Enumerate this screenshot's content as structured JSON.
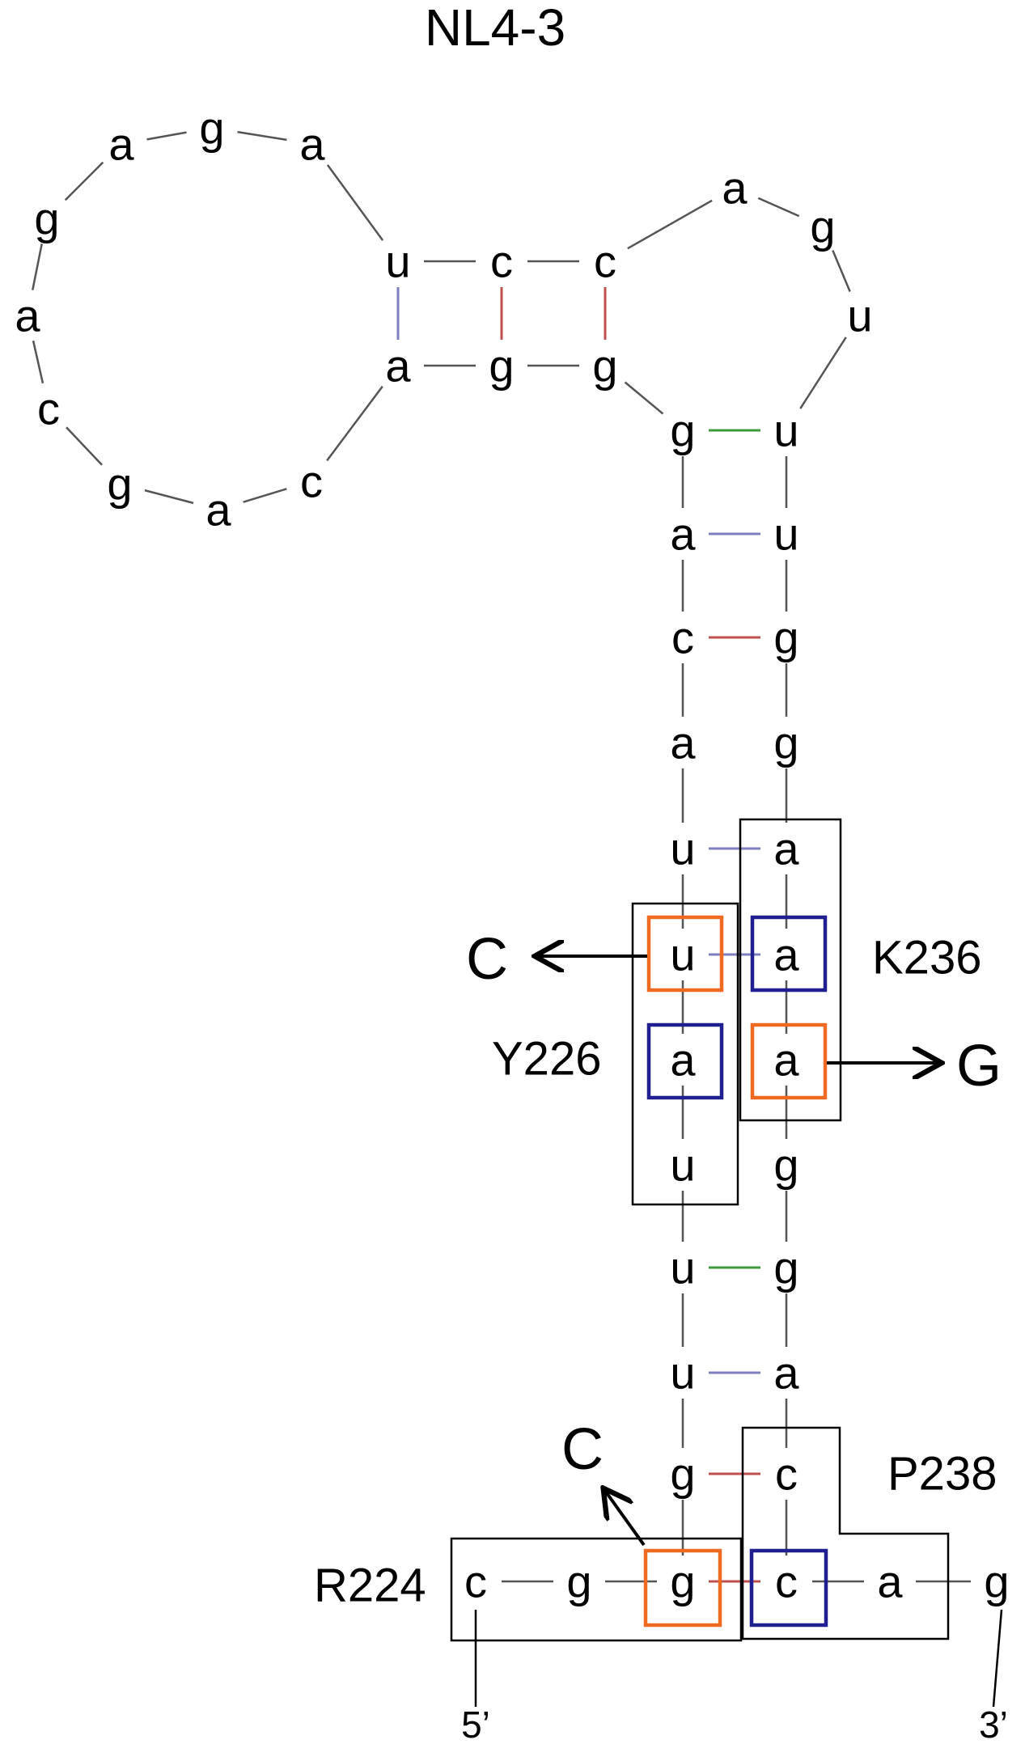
{
  "title": "NL4-3",
  "colors": {
    "backbone": "#555555",
    "pair_gc": "#c0504d",
    "pair_au": "#7f7fbf",
    "pair_gu": "#3d9a3d",
    "box_mutated": "#ee6a22",
    "box_compensating": "#1f1f8f",
    "frame": "#000000"
  },
  "nucleotides": {
    "left_loop": [
      "a",
      "g",
      "a",
      "g",
      "a",
      "c",
      "g",
      "a",
      "c"
    ],
    "upper_stem_top": [
      "u",
      "c",
      "c"
    ],
    "upper_stem_bottom": [
      "a",
      "g",
      "g"
    ],
    "right_loop": [
      "a",
      "g",
      "u"
    ],
    "left_strand": [
      "g",
      "a",
      "c",
      "a",
      "u",
      "u",
      "a",
      "u",
      "u",
      "u",
      "g",
      "g"
    ],
    "right_strand": [
      "u",
      "u",
      "g",
      "g",
      "a",
      "a",
      "a",
      "g",
      "g",
      "a",
      "c",
      "c"
    ],
    "bottom_left": [
      "c",
      "g"
    ],
    "bottom_right": [
      "a",
      "g"
    ]
  },
  "labels": {
    "y226": "Y226",
    "k236": "K236",
    "r224": "R224",
    "p238": "P238",
    "mut_c_upper": "C",
    "mut_g": "G",
    "mut_c_lower": "C",
    "five_prime": "5’",
    "three_prime": "3’"
  }
}
